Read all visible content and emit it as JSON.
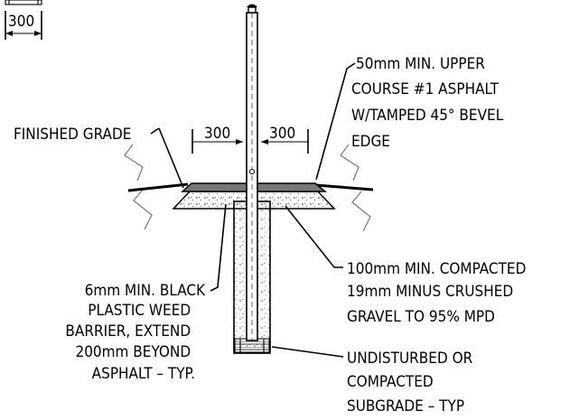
{
  "dimensions": {
    "corner": "300",
    "left_offset": "300",
    "right_offset": "300"
  },
  "callouts": {
    "asphalt": [
      "50mm MIN. UPPER",
      "COURSE #1 ASPHALT",
      "W/TAMPED 45° BEVEL",
      "EDGE"
    ],
    "finished_grade": [
      "FINISHED GRADE"
    ],
    "weed_barrier": [
      "6mm MIN. BLACK",
      "PLASTIC WEED",
      "BARRIER, EXTEND",
      "200mm BEYOND",
      "ASPHALT – TYP."
    ],
    "gravel": [
      "100mm MIN. COMPACTED",
      "19mm MINUS CRUSHED",
      "GRAVEL TO 95% MPD"
    ],
    "subgrade": [
      "UNDISTURBED OR",
      "COMPACTED",
      "SUBGRADE – TYP"
    ]
  }
}
